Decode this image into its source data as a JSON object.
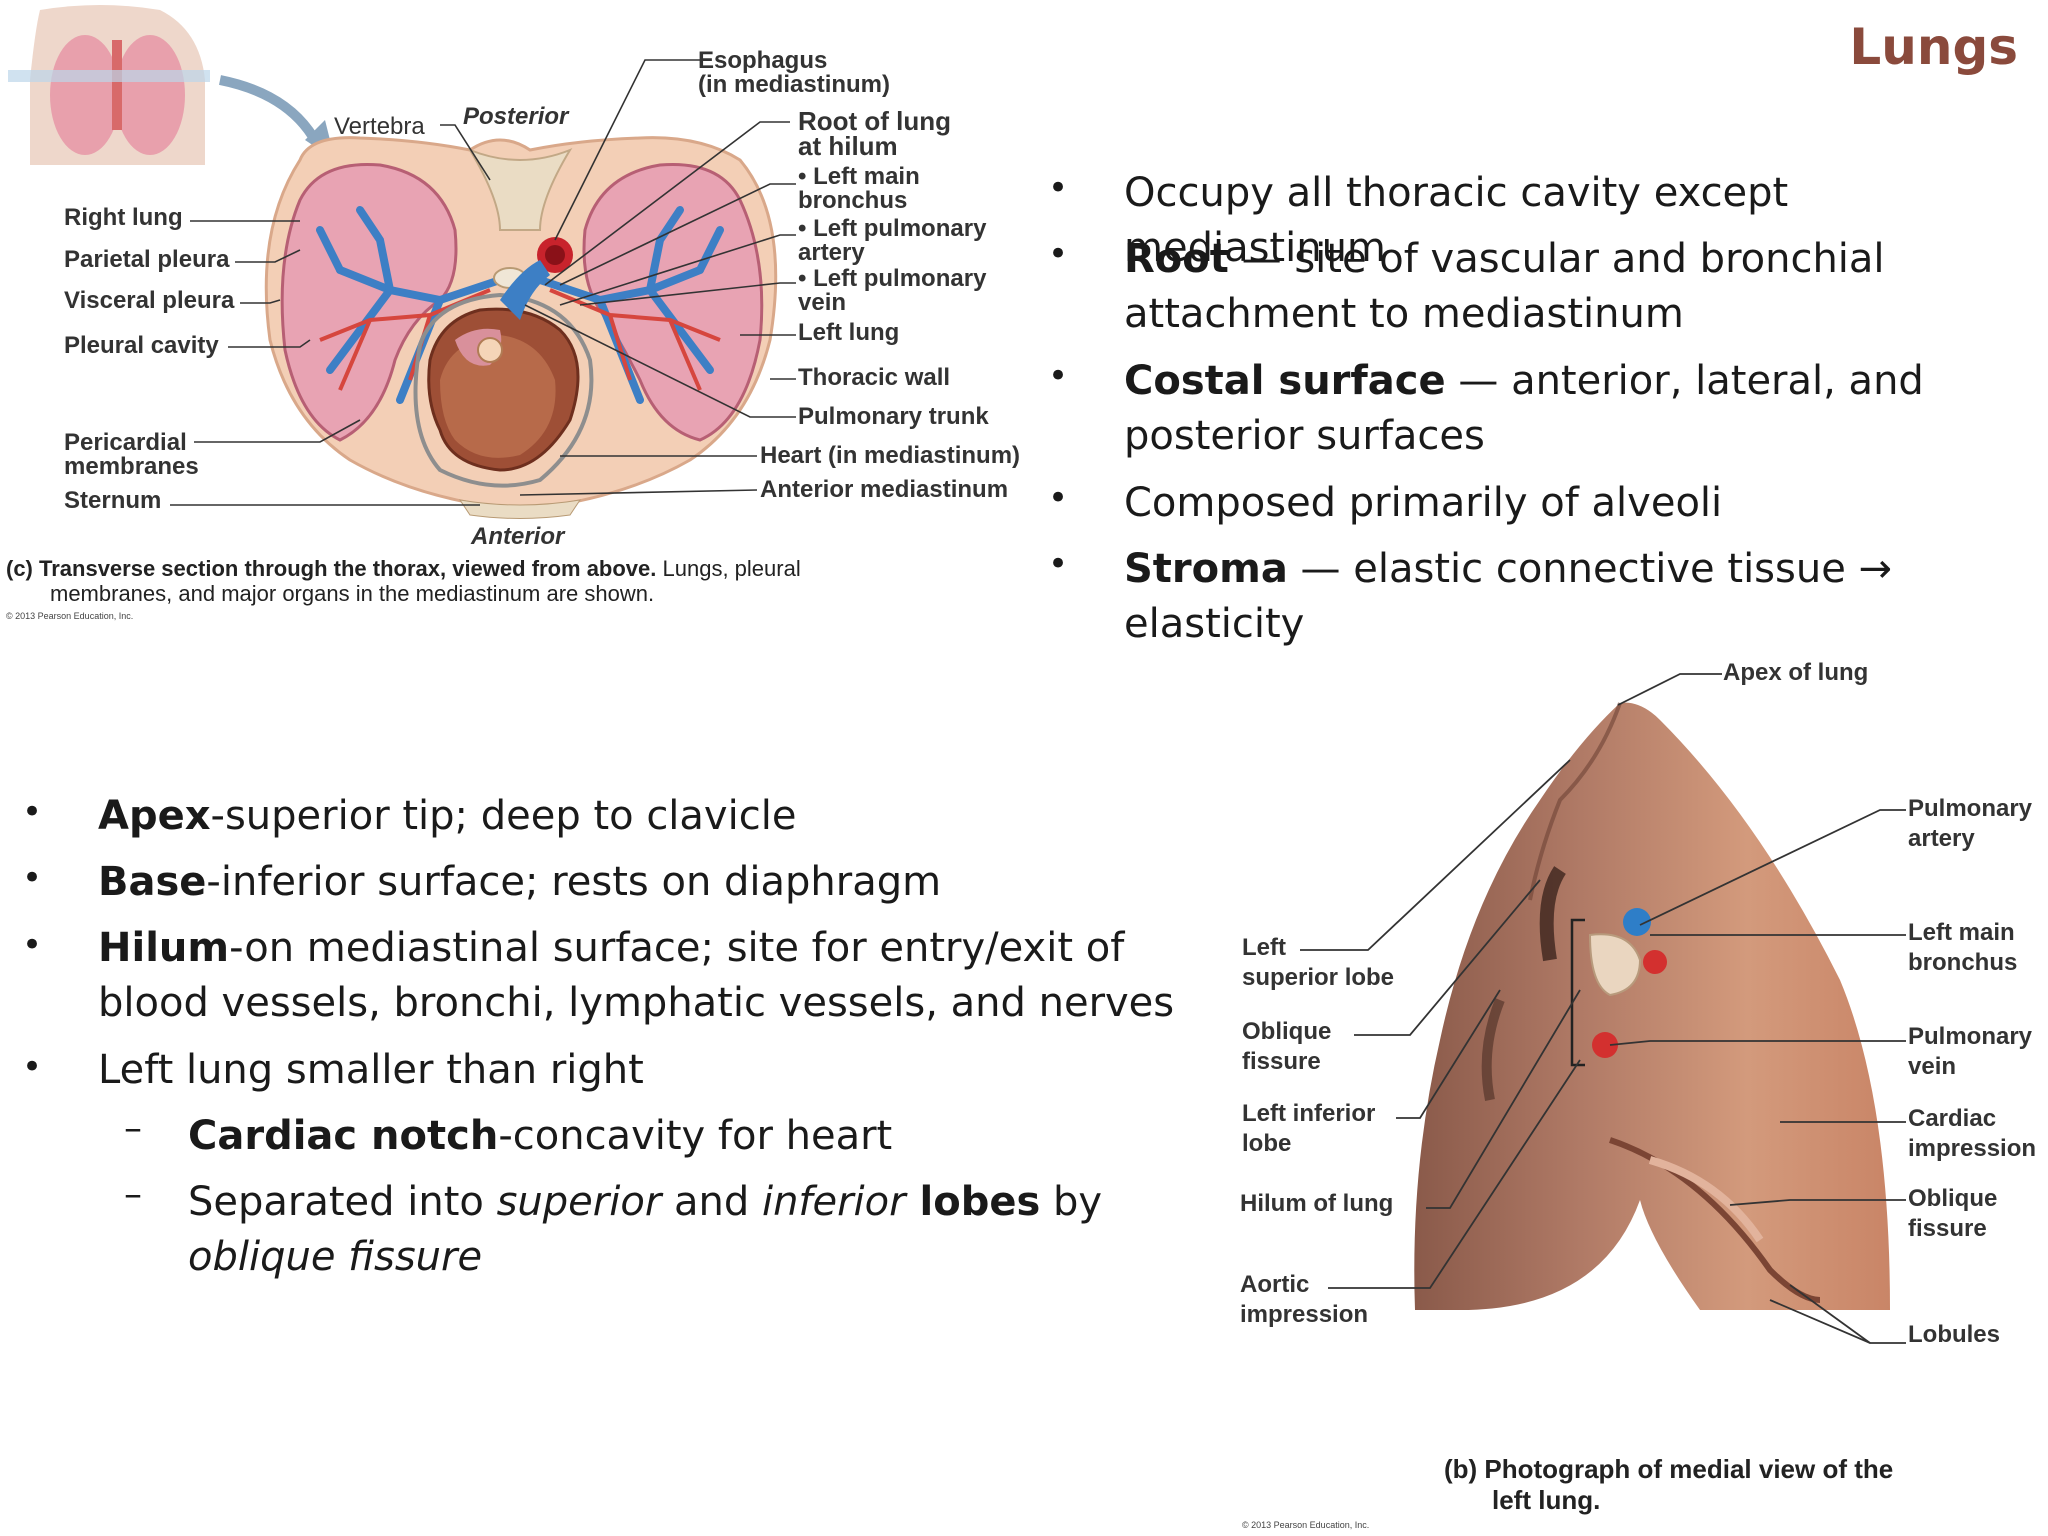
{
  "slide": {
    "title": "Lungs"
  },
  "top_bullets": [
    {
      "bold": "",
      "text": "Occupy all thoracic cavity except mediastinum"
    },
    {
      "bold": "Root",
      "text": " — site of vascular and bronchial attachment to mediastinum"
    },
    {
      "bold": "Costal surface",
      "text": " — anterior, lateral, and posterior surfaces"
    },
    {
      "bold": "",
      "text": "Composed primarily of alveoli"
    },
    {
      "bold": "Stroma",
      "text": " — elastic connective tissue → elasticity"
    }
  ],
  "bottom_bullets": {
    "apex_bold": "Apex",
    "apex_text": "-superior tip; deep to clavicle",
    "base_bold": "Base",
    "base_text": "-inferior surface; rests on diaphragm",
    "hilum_bold": "Hilum",
    "hilum_text": "-on mediastinal surface; site for entry/exit of blood vessels, bronchi, lymphatic vessels, and nerves",
    "left_text": "Left lung smaller than right",
    "notch_bold": "Cardiac notch",
    "notch_text": "-concavity for heart",
    "sep_pre": "Separated into ",
    "sep_i1": "superior",
    "sep_and": " and ",
    "sep_i2": "inferior",
    "sep_b": " lobes",
    "sep_by": " by ",
    "sep_i3": "oblique fissure"
  },
  "figure_c": {
    "labels": {
      "esophagus": "Esophagus",
      "esophagus2": "(in mediastinum)",
      "posterior": "Posterior",
      "vertebra": "Vertebra",
      "root1": "Root of lung",
      "root2": "at hilum",
      "lmb1": "• Left main",
      "lmb2": "bronchus",
      "lpa1": "• Left pulmonary",
      "lpa2": "artery",
      "lpv1": "• Left pulmonary",
      "lpv2": "vein",
      "left_lung": "Left lung",
      "thoracic_wall": "Thoracic wall",
      "pulmonary_trunk": "Pulmonary trunk",
      "heart": "Heart (in mediastinum)",
      "ant_med": "Anterior mediastinum",
      "right_lung": "Right lung",
      "parietal": "Parietal pleura",
      "visceral": "Visceral pleura",
      "cavity": "Pleural cavity",
      "pericardial1": "Pericardial",
      "pericardial2": "membranes",
      "sternum": "Sternum",
      "anterior": "Anterior"
    },
    "caption_bold": "(c) Transverse section through the thorax, viewed from above.",
    "caption_rest": " Lungs, pleural",
    "caption_line2": "membranes, and major organs in the mediastinum are shown.",
    "copyright": "© 2013 Pearson Education, Inc."
  },
  "figure_b": {
    "labels": {
      "apex": "Apex of lung",
      "pa1": "Pulmonary",
      "pa2": "artery",
      "lmb1": "Left main",
      "lmb2": "bronchus",
      "pv1": "Pulmonary",
      "pv2": "vein",
      "ci1": "Cardiac",
      "ci2": "impression",
      "of1": "Oblique",
      "of2": "fissure",
      "lobules": "Lobules",
      "lsl1": "Left",
      "lsl2": "superior lobe",
      "obf1": "Oblique",
      "obf2": "fissure",
      "lil1": "Left inferior",
      "lil2": "lobe",
      "hilum": "Hilum of lung",
      "ai1": "Aortic",
      "ai2": "impression"
    },
    "caption_line1": "(b) Photograph of medial view of the",
    "caption_line2": "left lung.",
    "copyright": "© 2013 Pearson Education, Inc."
  }
}
